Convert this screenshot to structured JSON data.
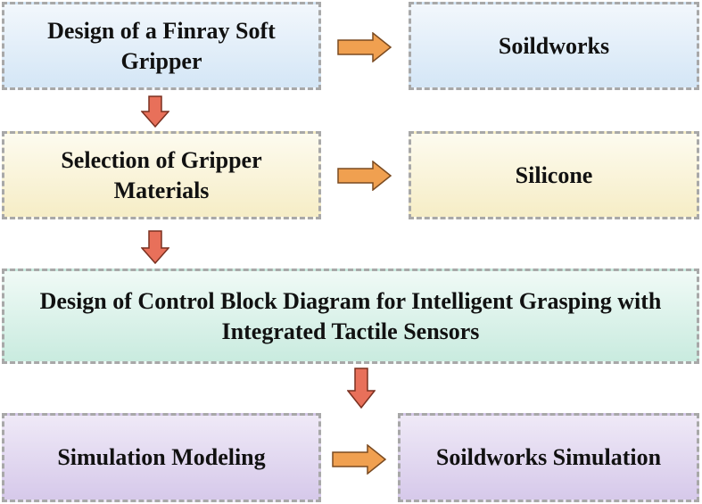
{
  "boxes": {
    "design_gripper": "Design of a Finray Soft Gripper",
    "solidworks": "Soildworks",
    "selection_materials": "Selection of Gripper Materials",
    "silicone": "Silicone",
    "control_diagram": "Design of Control Block Diagram for Intelligent Grasping with Integrated Tactile Sensors",
    "simulation_modeling": "Simulation Modeling",
    "solidworks_simulation": "Soildworks Simulation"
  },
  "colors": {
    "arrow_right_fill": "#f0a050",
    "arrow_down_fill": "#e8705a",
    "border": "#a8a8a8"
  }
}
